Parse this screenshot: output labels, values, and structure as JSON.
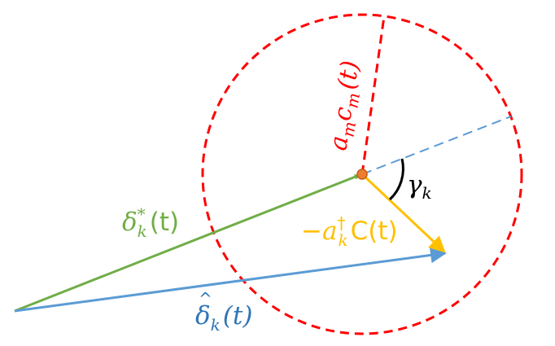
{
  "labels": {
    "delta_star": {
      "base": "δ",
      "sub": "k",
      "sup": "*",
      "arg": "(t)"
    },
    "delta_hat": {
      "base": "δ",
      "sub": "k",
      "arg": "(t)"
    },
    "am_cm": {
      "base1": "a",
      "sub1": "m",
      "base2": "c",
      "sub2": "m",
      "arg": "(t)"
    },
    "neg_ak_c": {
      "minus": "−",
      "base": "a",
      "sub": "k",
      "sup": "†",
      "arg": "C(t)"
    },
    "gamma": {
      "base": "γ",
      "sub": "k"
    }
  },
  "colors": {
    "green": "#70ad47",
    "blue": "#5b9bd5",
    "blue_text": "#2e75b6",
    "red": "#ff0000",
    "orange": "#ffc000",
    "dot_fill": "#ed7d31",
    "black": "#000000"
  }
}
